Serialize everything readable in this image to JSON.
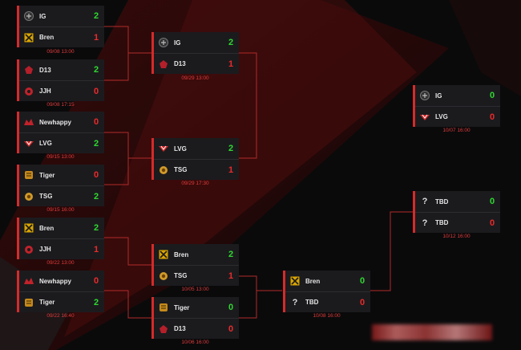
{
  "colors": {
    "accent": "#d62a2a",
    "win": "#2fd82f",
    "lose": "#ea2b2b",
    "card": "#1b1b1e",
    "date": "#e03b3b"
  },
  "matches": [
    {
      "id": "r1m1",
      "teams": [
        {
          "name": "IG",
          "score": "2",
          "logo": "ig-logo",
          "result": "win"
        },
        {
          "name": "Bren",
          "score": "1",
          "logo": "bren-logo",
          "result": "lose"
        }
      ],
      "date": "09/08 13:00"
    },
    {
      "id": "r1m2",
      "teams": [
        {
          "name": "D13",
          "score": "2",
          "logo": "d13-logo",
          "result": "win"
        },
        {
          "name": "JJH",
          "score": "0",
          "logo": "jjh-logo",
          "result": "lose"
        }
      ],
      "date": "09/08 17:15"
    },
    {
      "id": "r1m3",
      "teams": [
        {
          "name": "Newhappy",
          "score": "0",
          "logo": "newhappy-logo",
          "result": "lose"
        },
        {
          "name": "LVG",
          "score": "2",
          "logo": "lvg-logo",
          "result": "win"
        }
      ],
      "date": "09/15 13:00"
    },
    {
      "id": "r1m4",
      "teams": [
        {
          "name": "Tiger",
          "score": "0",
          "logo": "tiger-logo",
          "result": "lose"
        },
        {
          "name": "TSG",
          "score": "2",
          "logo": "tsg-logo",
          "result": "win"
        }
      ],
      "date": "09/15 16:00"
    },
    {
      "id": "r1m5",
      "teams": [
        {
          "name": "Bren",
          "score": "2",
          "logo": "bren-logo",
          "result": "win"
        },
        {
          "name": "JJH",
          "score": "1",
          "logo": "jjh-logo",
          "result": "lose"
        }
      ],
      "date": "09/22 13:00"
    },
    {
      "id": "r1m6",
      "teams": [
        {
          "name": "Newhappy",
          "score": "0",
          "logo": "newhappy-logo",
          "result": "lose"
        },
        {
          "name": "Tiger",
          "score": "2",
          "logo": "tiger-logo",
          "result": "win"
        }
      ],
      "date": "09/22 16:40"
    },
    {
      "id": "r2m1",
      "teams": [
        {
          "name": "IG",
          "score": "2",
          "logo": "ig-logo",
          "result": "win"
        },
        {
          "name": "D13",
          "score": "1",
          "logo": "d13-logo",
          "result": "lose"
        }
      ],
      "date": "09/29 13:00"
    },
    {
      "id": "r2m2",
      "teams": [
        {
          "name": "LVG",
          "score": "2",
          "logo": "lvg-logo",
          "result": "win"
        },
        {
          "name": "TSG",
          "score": "1",
          "logo": "tsg-logo",
          "result": "lose"
        }
      ],
      "date": "09/29 17:30"
    },
    {
      "id": "r2m3",
      "teams": [
        {
          "name": "Bren",
          "score": "2",
          "logo": "bren-logo",
          "result": "win"
        },
        {
          "name": "TSG",
          "score": "1",
          "logo": "tsg-logo",
          "result": "lose"
        }
      ],
      "date": "10/05 13:00"
    },
    {
      "id": "r2m4",
      "teams": [
        {
          "name": "Tiger",
          "score": "0",
          "logo": "tiger-logo",
          "result": "win"
        },
        {
          "name": "D13",
          "score": "0",
          "logo": "d13-logo",
          "result": "lose"
        }
      ],
      "date": "10/06 16:00"
    },
    {
      "id": "r3m1",
      "teams": [
        {
          "name": "Bren",
          "score": "0",
          "logo": "bren-logo",
          "result": "win"
        },
        {
          "name": "TBD",
          "score": "0",
          "logo": "tbd-logo",
          "result": "lose"
        }
      ],
      "date": "10/08 16:00"
    },
    {
      "id": "r4m1",
      "teams": [
        {
          "name": "IG",
          "score": "0",
          "logo": "ig-logo",
          "result": "win"
        },
        {
          "name": "LVG",
          "score": "0",
          "logo": "lvg-logo",
          "result": "lose"
        }
      ],
      "date": "10/07 16:00"
    },
    {
      "id": "r4m2",
      "teams": [
        {
          "name": "TBD",
          "score": "0",
          "logo": "tbd-logo",
          "result": "win"
        },
        {
          "name": "TBD",
          "score": "0",
          "logo": "tbd-logo",
          "result": "lose"
        }
      ],
      "date": "10/12 16:00"
    }
  ]
}
